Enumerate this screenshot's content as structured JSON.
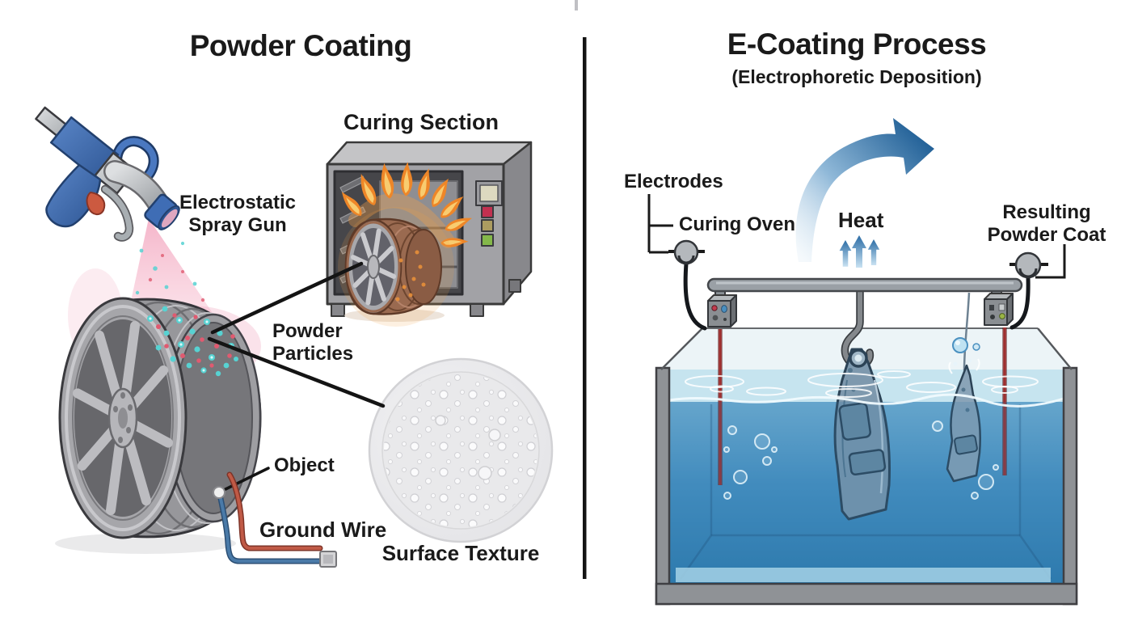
{
  "diagram": {
    "left": {
      "title": "Powder Coating",
      "curing_section_label": "Curing Section",
      "spray_gun_label": "Electrostatic\nSpray Gun",
      "powder_particles_label": "Powder\nParticles",
      "object_label": "Object",
      "ground_wire_label": "Ground Wire",
      "surface_texture_label": "Surface Texture"
    },
    "right": {
      "title": "E-Coating Process",
      "subtitle": "(Electrophoretic Deposition)",
      "electrodes_label": "Electrodes",
      "curing_oven_label": "Curing Oven",
      "heat_label": "Heat",
      "resulting_label": "Resulting\nPowder Coat"
    },
    "colors": {
      "spray_gun_blue": "#3f6db5",
      "trigger_red": "#cc5a40",
      "flame_orange": "#ee8628",
      "flame_yellow": "#f8cc70",
      "particle_teal": "#57d2d2",
      "particle_red": "#e05a70",
      "ground_wire_red": "#b14a3a",
      "ground_wire_blue": "#4a7aa8",
      "tank_water_blue": "#3f8ec2",
      "electrode_rod_red": "#9e2f2f",
      "heat_arrow_blue": "#2a6ca5",
      "metal_grey": "#a2a2a6",
      "copper_wheel": "#9a6a50"
    }
  }
}
